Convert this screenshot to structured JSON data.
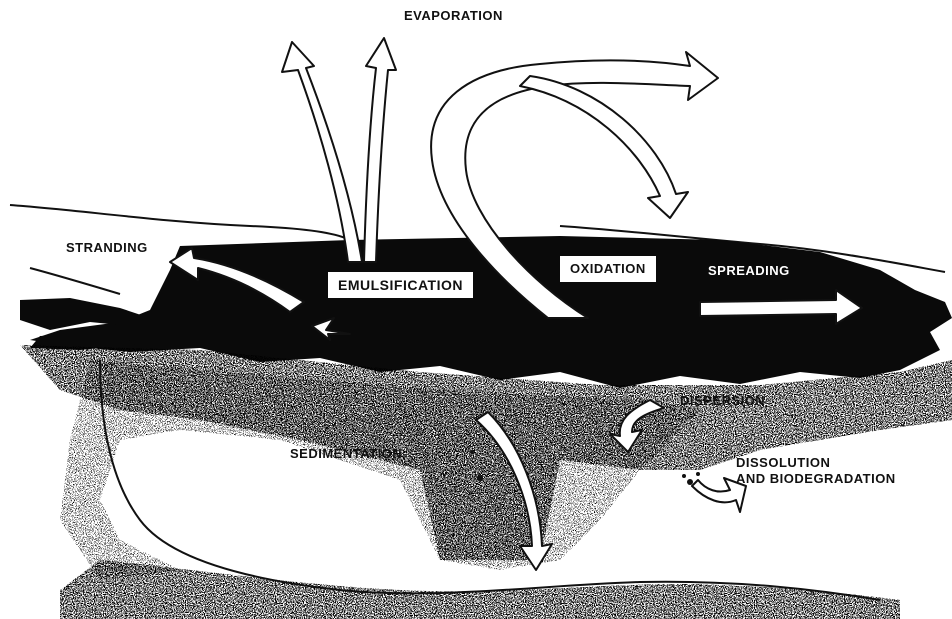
{
  "diagram": {
    "labels": {
      "evaporation": "EVAPORATION",
      "stranding": "STRANDING",
      "emulsification": "EMULSIFICATION",
      "oxidation": "OXIDATION",
      "spreading": "SPREADING",
      "dispersion": "DISPERSION",
      "sedimentation": "SEDIMENTATION",
      "dissolution_line1": "DISSOLUTION",
      "dissolution_line2": "AND BIODEGRADATION"
    },
    "colors": {
      "ink": "#111111",
      "paper": "#ffffff",
      "slick": "#0a0a0a",
      "stipple": "#3a3a3a"
    }
  }
}
